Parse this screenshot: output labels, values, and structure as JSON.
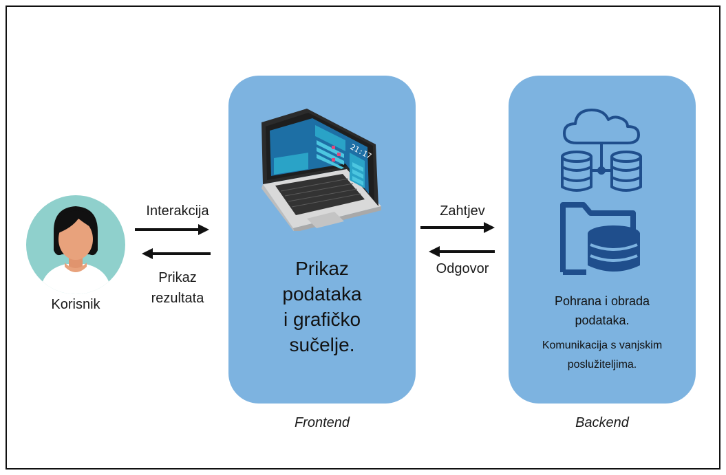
{
  "user": {
    "label": "Korisnik",
    "icon": "user-avatar-icon"
  },
  "user_frontend_arrows": {
    "forward_label": "Interakcija",
    "back_label_line1": "Prikaz",
    "back_label_line2": "rezultata"
  },
  "frontend": {
    "description_line1": "Prikaz",
    "description_line2": "podataka",
    "description_line3": "i grafičko",
    "description_line4": "sučelje.",
    "caption": "Frontend",
    "icon": "laptop-icon",
    "laptop_clock": "21:17"
  },
  "frontend_backend_arrows": {
    "forward_label": "Zahtjev",
    "back_label": "Odgovor"
  },
  "backend": {
    "description1_line1": "Pohrana i obrada",
    "description1_line2": "podataka.",
    "description2_line1": "Komunikacija s vanjskim",
    "description2_line2": "poslužiteljima.",
    "caption": "Backend",
    "icons": [
      "cloud-database-icon",
      "folder-database-icon"
    ]
  },
  "colors": {
    "panel": "#7db3e0",
    "icon_blue": "#1f4e8c",
    "avatar_bg": "#8fd0cc",
    "skin": "#e8a27c"
  }
}
